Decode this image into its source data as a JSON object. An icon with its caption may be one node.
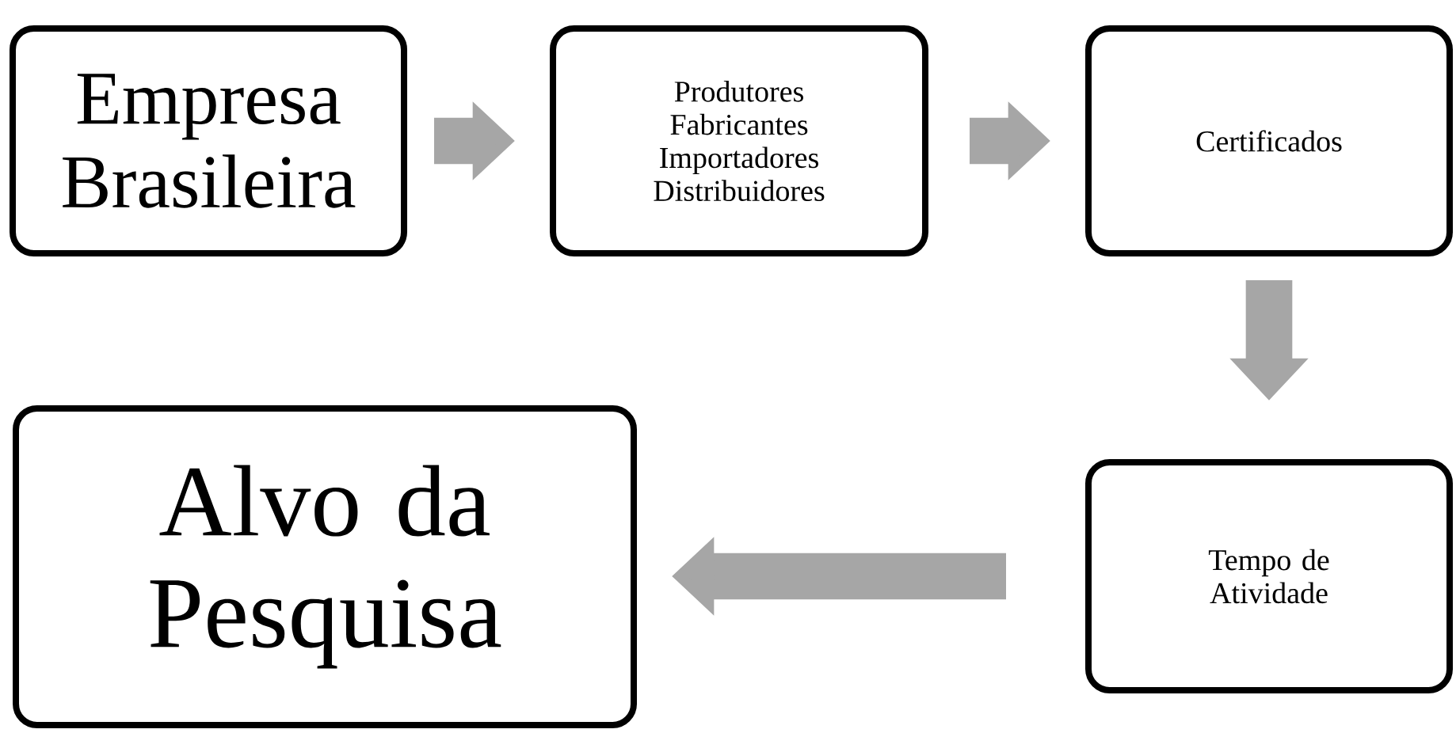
{
  "diagram": {
    "nodes": [
      {
        "text": [
          "Empresa Brasileira"
        ]
      },
      {
        "text": [
          "Produtores Fabricantes Importadores Distribuidores"
        ]
      },
      {
        "text": [
          "Certificados"
        ]
      },
      {
        "text": [
          "Tempo de Atividade"
        ]
      },
      {
        "text": [
          "Alvo da Pesquisa"
        ]
      }
    ],
    "edges": [
      {
        "from": 0,
        "to": 1,
        "arrow": "to"
      },
      {
        "from": 1,
        "to": 2,
        "arrow": "to"
      },
      {
        "from": 2,
        "to": 3,
        "arrow": "to"
      },
      {
        "from": 3,
        "to": 4,
        "arrow": "to"
      }
    ]
  }
}
